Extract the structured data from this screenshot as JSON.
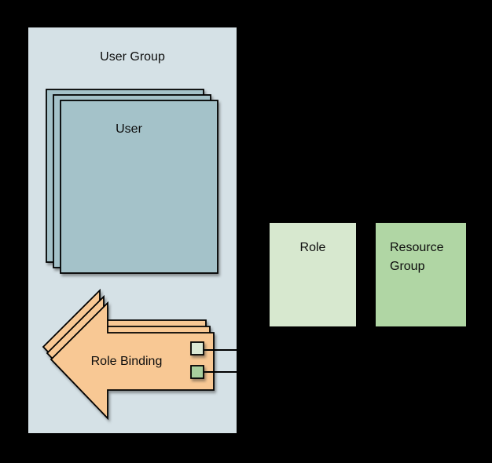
{
  "canvas": {
    "background": "#000000"
  },
  "diagram": {
    "user_group": {
      "label": "User Group",
      "fill": "#d5e1e6"
    },
    "user_stack": {
      "label": "User",
      "fill": "#a4c2c9",
      "copies": 3
    },
    "role_binding": {
      "label": "Role Binding",
      "fill": "#f8c894",
      "copies": 3,
      "direction": "left"
    },
    "connectors": {
      "role_swatch_fill": "#dce8d4",
      "resource_swatch_fill": "#a9cf9e",
      "line_color": "#000000"
    },
    "role_box": {
      "label": "Role",
      "fill": "#d7e8cf"
    },
    "resource_group_box": {
      "label": "Resource Group",
      "fill": "#b0d6a4"
    }
  }
}
